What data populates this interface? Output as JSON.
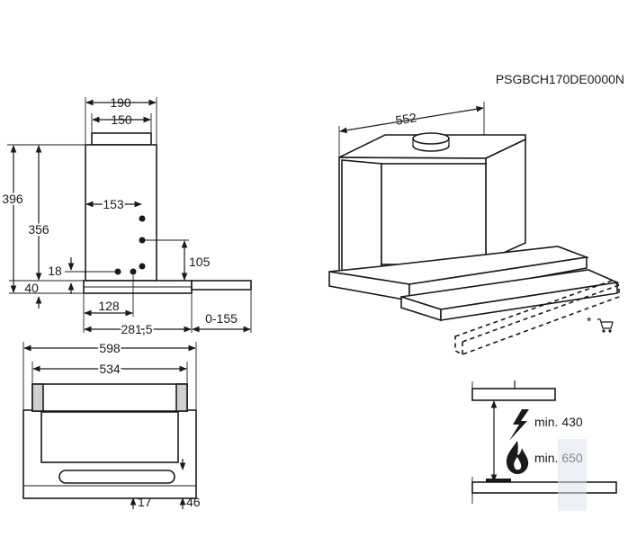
{
  "model_code": "PSGBCH170DE0000N",
  "side_view": {
    "top_width_outer": "190",
    "top_width_inner": "150",
    "height_total": "396",
    "height_body": "356",
    "outlet_offset": "153",
    "outlet_height": "105",
    "bottom_offset": "18",
    "panel_thickness": "40",
    "depth_front": "128",
    "depth_total": "281,5",
    "extension": "0-155"
  },
  "front_view": {
    "width_total": "598",
    "width_inner": "534",
    "bottom_depth_a": "17",
    "bottom_depth_b": "46"
  },
  "perspective_view": {
    "width": "552",
    "note_symbol": "*"
  },
  "installation": {
    "min_electric": "min. 430",
    "min_gas": "min. 650"
  },
  "icons": [
    "cart-icon",
    "lightning-icon",
    "flame-icon"
  ]
}
